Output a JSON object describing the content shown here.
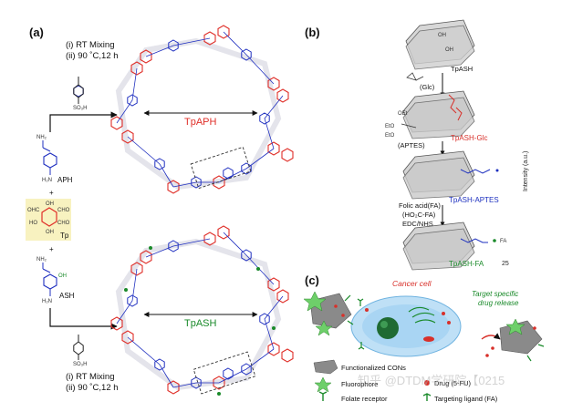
{
  "panels": {
    "a": "(a)",
    "b": "(b)",
    "c": "(c)"
  },
  "panel_a": {
    "top_conditions": [
      "(i) RT Mixing",
      "(ii) 90 ˚C,12 h"
    ],
    "bottom_conditions": [
      "(i) RT Mixing",
      "(ii) 90 ˚C,12 h"
    ],
    "catalyst_top": "SO₃H",
    "catalyst_bottom": "SO₃H",
    "aph_label": "APH",
    "tp_label": "Tp",
    "ash_label": "ASH",
    "plus1": "+",
    "plus2": "+",
    "tpaph": "TpAPH",
    "tpash": "TpASH",
    "nh2_a": "NH₂",
    "nh2_b": "NH₂",
    "h2n_top": "H₂N",
    "h2n_bottom": "H₂N",
    "oh": "OH",
    "tp_groups": [
      "OH",
      "CHO",
      "OHC",
      "HO",
      "CHO",
      "OH"
    ]
  },
  "panel_b": {
    "tpash": "TpASH",
    "glc": "(Glc)",
    "tpash_glc": "TpASH-Glc",
    "aptes": "(APTES)",
    "aptes_groups": [
      "OEt",
      "EtO",
      "EtO"
    ],
    "tpash_aptes": "TpASH-APTES",
    "fa_steps": [
      "Folic acid(FA)",
      "(HO₂C-FA)",
      "EDC/NHS"
    ],
    "tpash_fa": "TpASH-FA",
    "intensity": "Intensity (a.u.)",
    "tick_25": "25",
    "fa_tag": "FA"
  },
  "panel_c": {
    "cancer_cell": "Cancer cell",
    "target": [
      "Target specific",
      "drug release"
    ],
    "legend": {
      "cons": "Functionalized CONs",
      "fluorophore": "Fluorophore",
      "folate": "Folate receptor",
      "drug": "Drug (5-FU)",
      "ligand": "Targeting ligand (FA)"
    }
  },
  "watermark": "知乎 @DTDM学研院【0215",
  "colors": {
    "red": "#e0302a",
    "blue": "#2030c0",
    "green": "#1a8a2a",
    "gray": "#8a8a8a",
    "cell": "#3aa0e0",
    "yellow_box": "#f8f2c0"
  }
}
